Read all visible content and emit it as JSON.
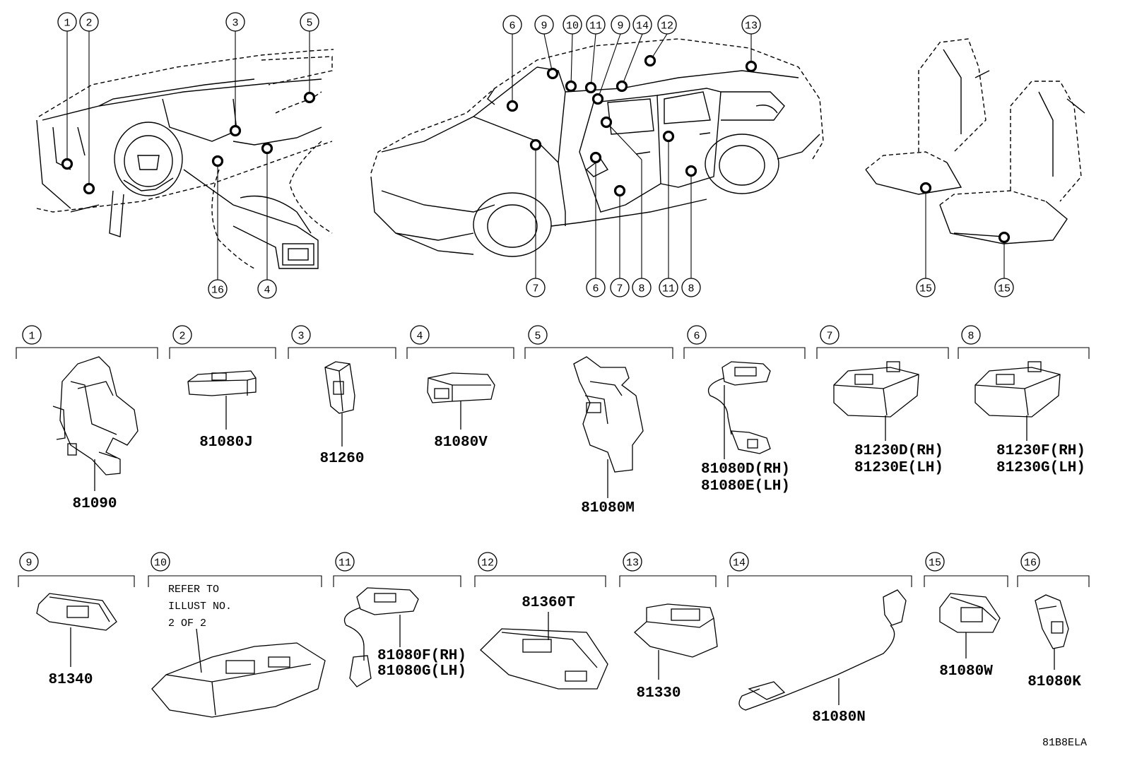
{
  "scene_callouts": {
    "dash_top": [
      "1",
      "2",
      "3",
      "5"
    ],
    "dash_bottom": [
      "16",
      "4"
    ],
    "car_top": [
      "6",
      "9",
      "10",
      "11",
      "9",
      "14",
      "12",
      "13"
    ],
    "car_bottom": [
      "7",
      "6",
      "7",
      "8",
      "11",
      "8"
    ],
    "seat_bottom": [
      "15",
      "15"
    ]
  },
  "parts": [
    {
      "key": "1",
      "numbers": [
        "81090"
      ]
    },
    {
      "key": "2",
      "numbers": [
        "81080J"
      ]
    },
    {
      "key": "3",
      "numbers": [
        "81260"
      ]
    },
    {
      "key": "4",
      "numbers": [
        "81080V"
      ]
    },
    {
      "key": "5",
      "numbers": [
        "81080M"
      ]
    },
    {
      "key": "6",
      "numbers": [
        "81080D(RH)",
        "81080E(LH)"
      ]
    },
    {
      "key": "7",
      "numbers": [
        "81230D(RH)",
        "81230E(LH)"
      ]
    },
    {
      "key": "8",
      "numbers": [
        "81230F(RH)",
        "81230G(LH)"
      ]
    },
    {
      "key": "9",
      "numbers": [
        "81340"
      ]
    },
    {
      "key": "10",
      "refer": [
        "REFER TO",
        "ILLUST NO.",
        "2 OF 2"
      ]
    },
    {
      "key": "11",
      "numbers": [
        "81080F(RH)",
        "81080G(LH)"
      ]
    },
    {
      "key": "12",
      "numbers": [
        "81360T"
      ]
    },
    {
      "key": "13",
      "numbers": [
        "81330"
      ]
    },
    {
      "key": "14",
      "numbers": [
        "81080N"
      ]
    },
    {
      "key": "15",
      "numbers": [
        "81080W"
      ]
    },
    {
      "key": "16",
      "numbers": [
        "81080K"
      ]
    }
  ],
  "illustration_code": "81B8ELA"
}
